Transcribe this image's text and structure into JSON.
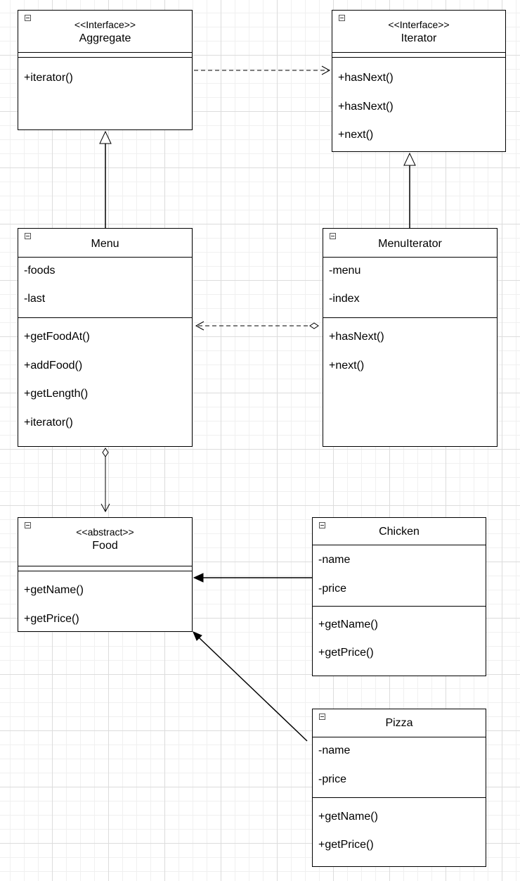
{
  "classes": {
    "aggregate": {
      "stereotype": "<<Interface>>",
      "name": "Aggregate",
      "methods": [
        "+iterator()"
      ]
    },
    "iterator": {
      "stereotype": "<<Interface>>",
      "name": "Iterator",
      "methods": [
        "+hasNext()",
        "+hasNext()",
        "+next()"
      ]
    },
    "menu": {
      "name": "Menu",
      "attributes": [
        "-foods",
        "-last"
      ],
      "methods": [
        "+getFoodAt()",
        "+addFood()",
        "+getLength()",
        "+iterator()"
      ]
    },
    "menu_iterator": {
      "name": "MenuIterator",
      "attributes": [
        "-menu",
        "-index"
      ],
      "methods": [
        "+hasNext()",
        "+next()"
      ]
    },
    "food": {
      "stereotype": "<<abstract>>",
      "name": "Food",
      "methods": [
        "+getName()",
        "+getPrice()"
      ]
    },
    "chicken": {
      "name": "Chicken",
      "attributes": [
        "-name",
        "-price"
      ],
      "methods": [
        "+getName()",
        "+getPrice()"
      ]
    },
    "pizza": {
      "name": "Pizza",
      "attributes": [
        "-name",
        "-price"
      ],
      "methods": [
        "+getName()",
        "+getPrice()"
      ]
    }
  },
  "relations": [
    {
      "from": "Aggregate",
      "to": "Iterator",
      "kind": "dependency"
    },
    {
      "from": "Menu",
      "to": "Aggregate",
      "kind": "realization"
    },
    {
      "from": "MenuIterator",
      "to": "Iterator",
      "kind": "realization"
    },
    {
      "from": "MenuIterator",
      "to": "Menu",
      "kind": "aggregation"
    },
    {
      "from": "Menu",
      "to": "Food",
      "kind": "aggregation"
    },
    {
      "from": "Chicken",
      "to": "Food",
      "kind": "inheritance"
    },
    {
      "from": "Pizza",
      "to": "Food",
      "kind": "inheritance"
    }
  ]
}
